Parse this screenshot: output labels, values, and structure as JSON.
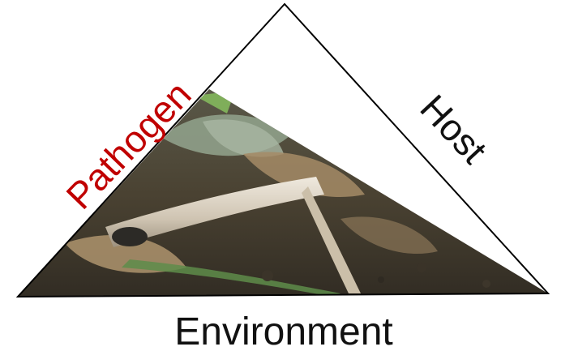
{
  "diagram": {
    "labels": {
      "pathogen": "Pathogen",
      "host": "Host",
      "environment": "Environment"
    },
    "colors": {
      "pathogen_text": "#c00000",
      "text": "#111111",
      "outline": "#000000",
      "photo_soil": "#4a4232",
      "photo_leaf": "#8fa08a",
      "photo_stem": "#d6cdbf"
    },
    "photo": {
      "description_icon": "diseased-plant-stem-photo"
    }
  }
}
